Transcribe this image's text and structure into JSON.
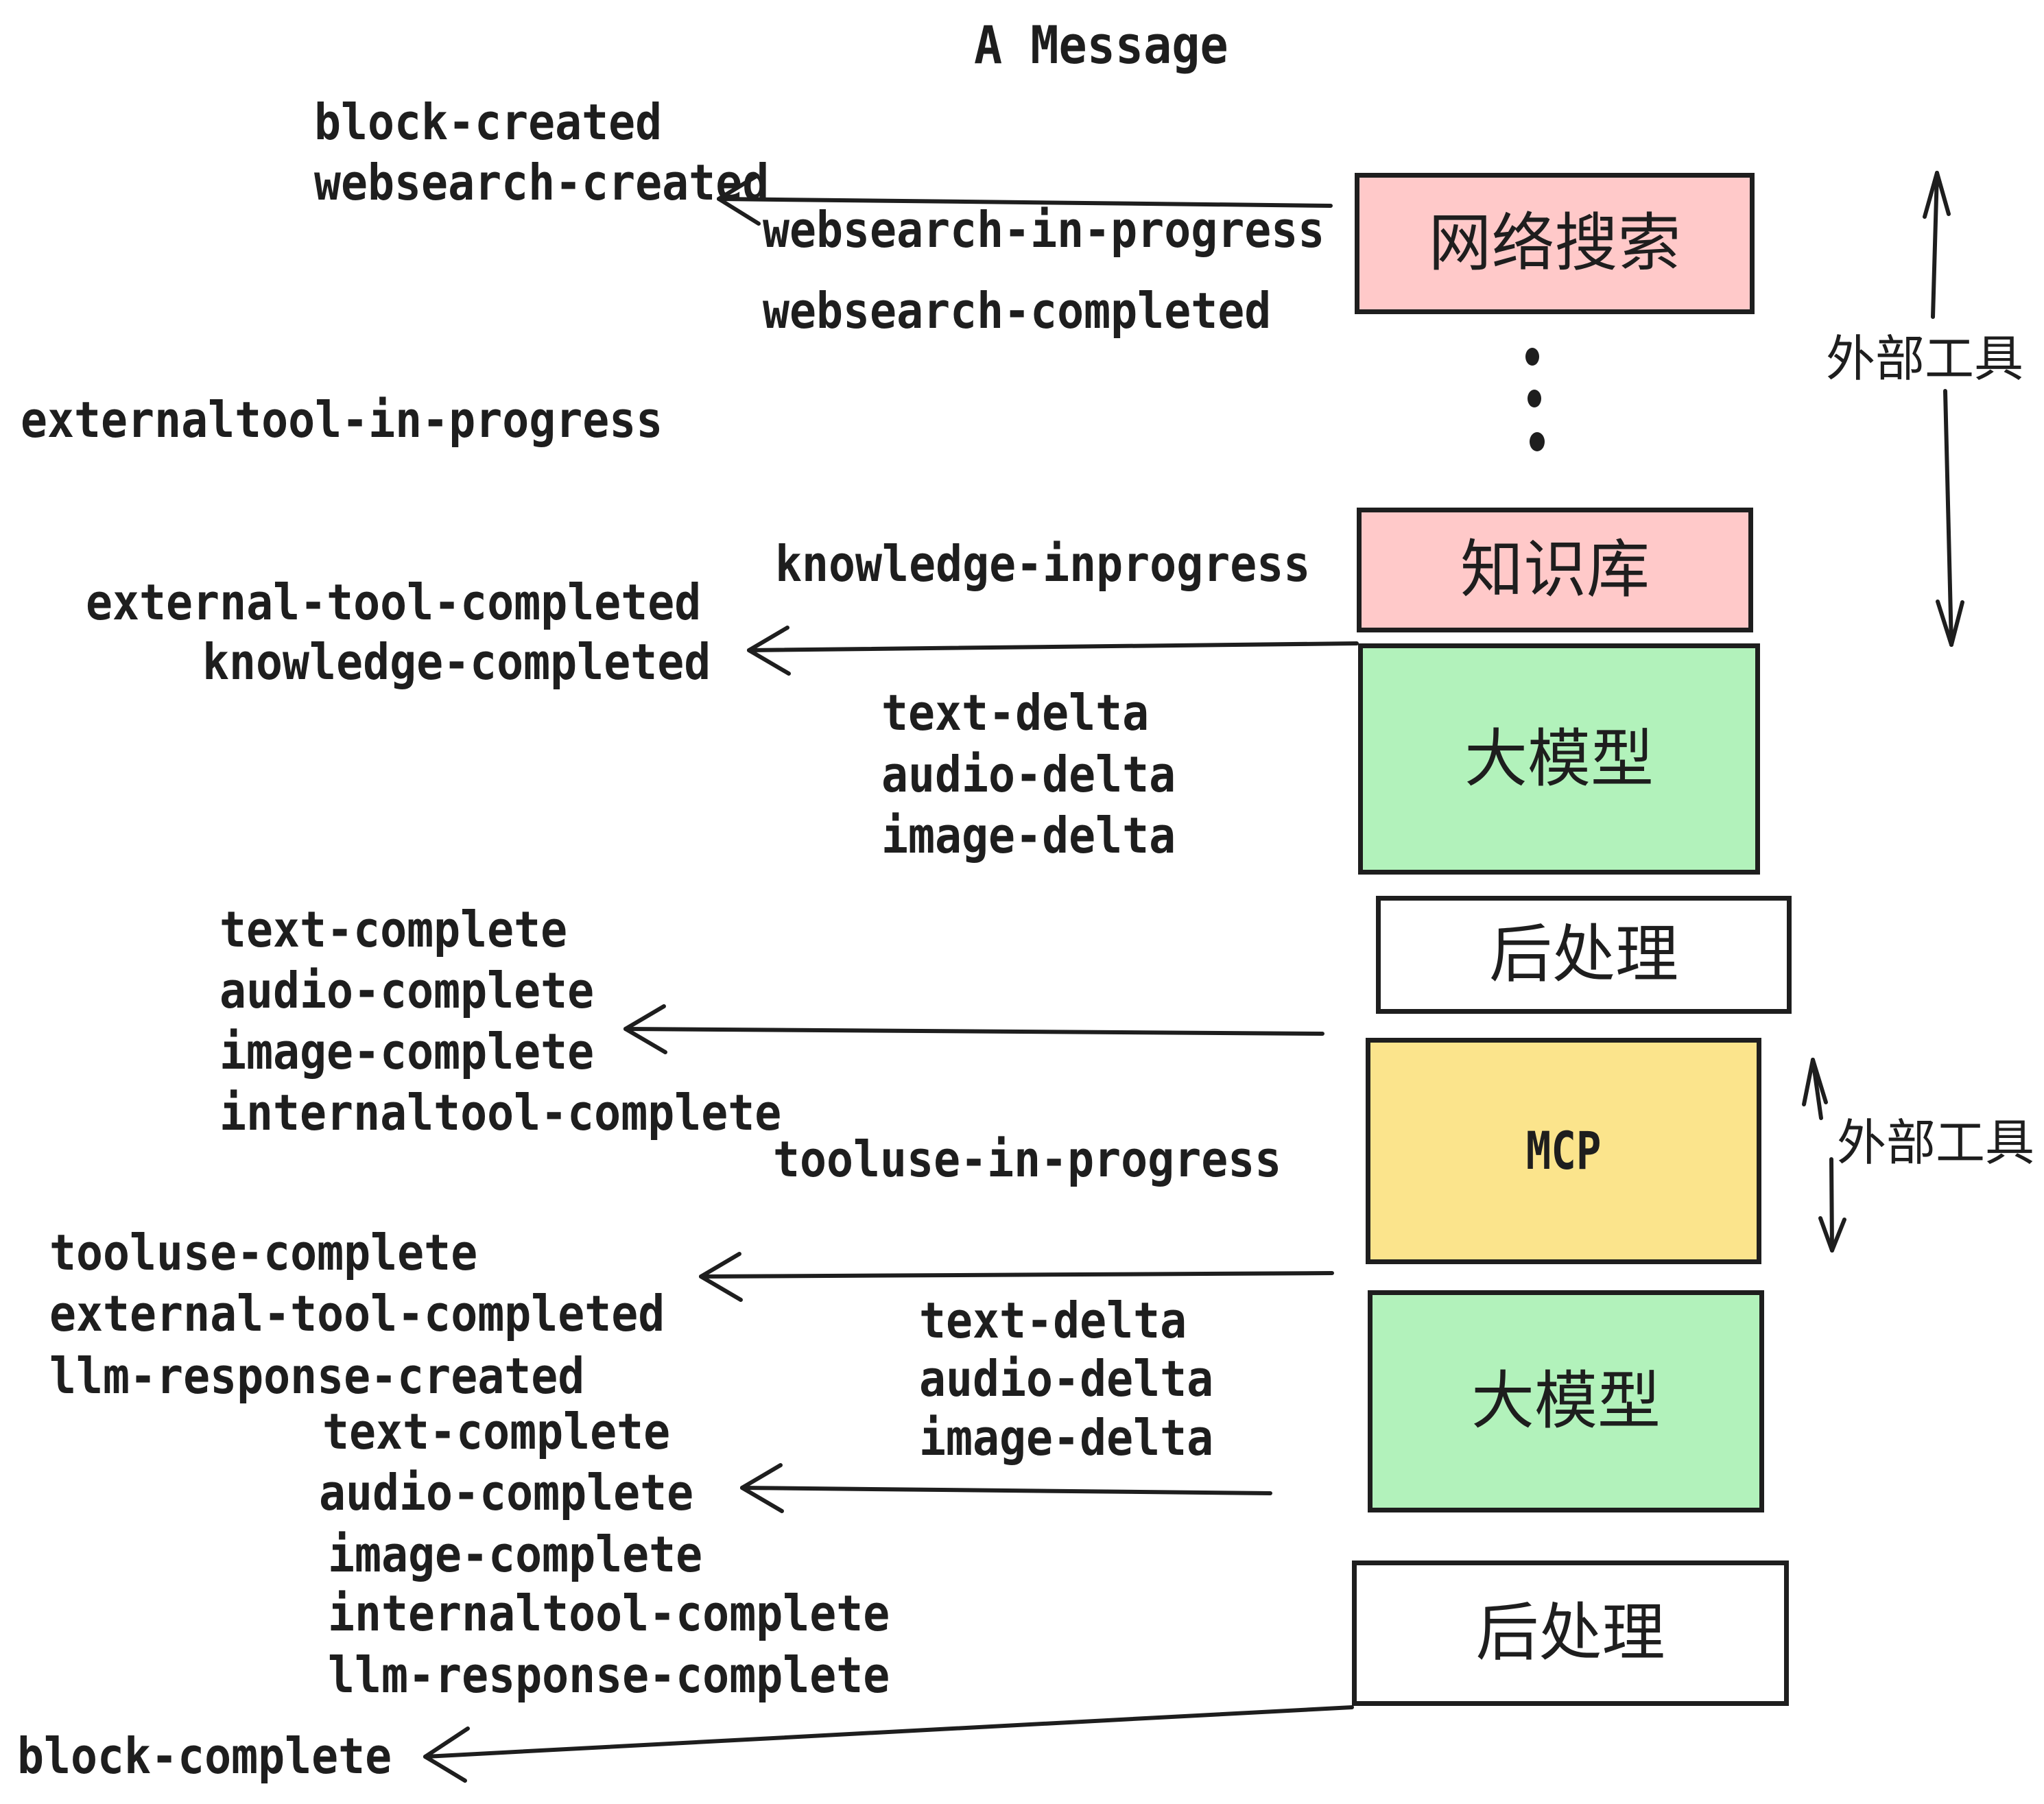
{
  "title": "A Message",
  "colors": {
    "pink": "#ffc9c9",
    "green": "#b2f2bb",
    "yellow": "#fbe48c",
    "white": "#ffffff",
    "ink": "#1e1e1e"
  },
  "events": {
    "block_created": "block-created",
    "websearch_created": "websearch-created",
    "websearch_in_progress": "websearch-in-progress",
    "websearch_completed": "websearch-completed",
    "externaltool_in_progress": "externaltool-in-progress",
    "knowledge_inprogress": "knowledge-inprogress",
    "external_tool_completed": "external-tool-completed",
    "knowledge_completed": "knowledge-completed",
    "text_delta": "text-delta",
    "audio_delta": "audio-delta",
    "image_delta": "image-delta",
    "text_complete": "text-complete",
    "audio_complete": "audio-complete",
    "image_complete": "image-complete",
    "internaltool_complete": "internaltool-complete",
    "tooluse_in_progress": "tooluse-in-progress",
    "tooluse_complete": "tooluse-complete",
    "llm_response_created": "llm-response-created",
    "llm_response_complete": "llm-response-complete",
    "block_complete": "block-complete"
  },
  "boxes": {
    "websearch": "网络搜索",
    "knowledge": "知识库",
    "llm": "大模型",
    "postprocess": "后处理",
    "mcp": "MCP"
  },
  "side_labels": {
    "external_tool": "外部工具"
  }
}
